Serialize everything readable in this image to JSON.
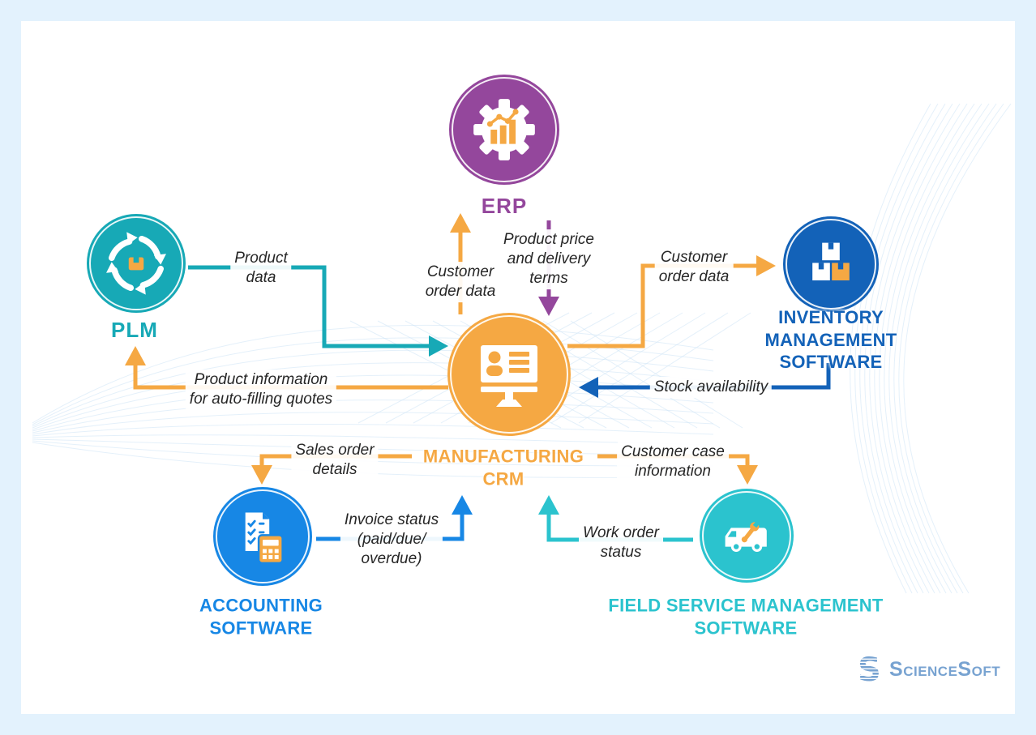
{
  "colors": {
    "canvas_border": "#e3f2fd",
    "background": "#ffffff",
    "orange": "#f5a843",
    "teal": "#17a9b6",
    "teal_light": "#2bc3ce",
    "purple": "#94479c",
    "blue_dark": "#1362b8",
    "blue_bright": "#1787e5",
    "wave": "#cde3f6",
    "edge_text": "#262626",
    "logo_blue": "#78a3d1"
  },
  "nodes": {
    "erp": {
      "label": "ERP",
      "icon": "gear-chart-icon"
    },
    "plm": {
      "label": "PLM",
      "icon": "lifecycle-arrows-icon"
    },
    "inventory": {
      "label": "INVENTORY MANAGEMENT\nSOFTWARE",
      "icon": "stacked-boxes-icon"
    },
    "crm": {
      "label": "MANUFACTURING\nCRM",
      "icon": "crm-monitor-icon"
    },
    "accounting": {
      "label": "ACCOUNTING\nSOFTWARE",
      "icon": "invoice-calculator-icon"
    },
    "field_service": {
      "label": "FIELD SERVICE MANAGEMENT\nSOFTWARE",
      "icon": "service-van-icon"
    }
  },
  "edges": [
    {
      "from": "plm",
      "to": "crm",
      "label": "Product\ndata",
      "color": "teal"
    },
    {
      "from": "crm",
      "to": "erp",
      "label": "Customer\norder data",
      "color": "orange"
    },
    {
      "from": "erp",
      "to": "crm",
      "label": "Product price\nand delivery\nterms",
      "color": "purple"
    },
    {
      "from": "crm",
      "to": "inventory",
      "label": "Customer\norder data",
      "color": "orange"
    },
    {
      "from": "inventory",
      "to": "crm",
      "label": "Stock availability",
      "color": "blue_dark"
    },
    {
      "from": "crm",
      "to": "plm",
      "label": "Product information\nfor auto-filling quotes",
      "color": "orange"
    },
    {
      "from": "crm",
      "to": "accounting",
      "label": "Sales order\ndetails",
      "color": "orange"
    },
    {
      "from": "accounting",
      "to": "crm",
      "label": "Invoice status\n(paid/due/\noverdue)",
      "color": "blue_bright"
    },
    {
      "from": "crm",
      "to": "field_service",
      "label": "Customer case\ninformation",
      "color": "orange"
    },
    {
      "from": "field_service",
      "to": "crm",
      "label": "Work order\nstatus",
      "color": "teal_light"
    }
  ],
  "logo": {
    "name": "ScienceSoft",
    "part1": "S",
    "part2": "CIENCE",
    "part3": "S",
    "part4": "OFT"
  }
}
